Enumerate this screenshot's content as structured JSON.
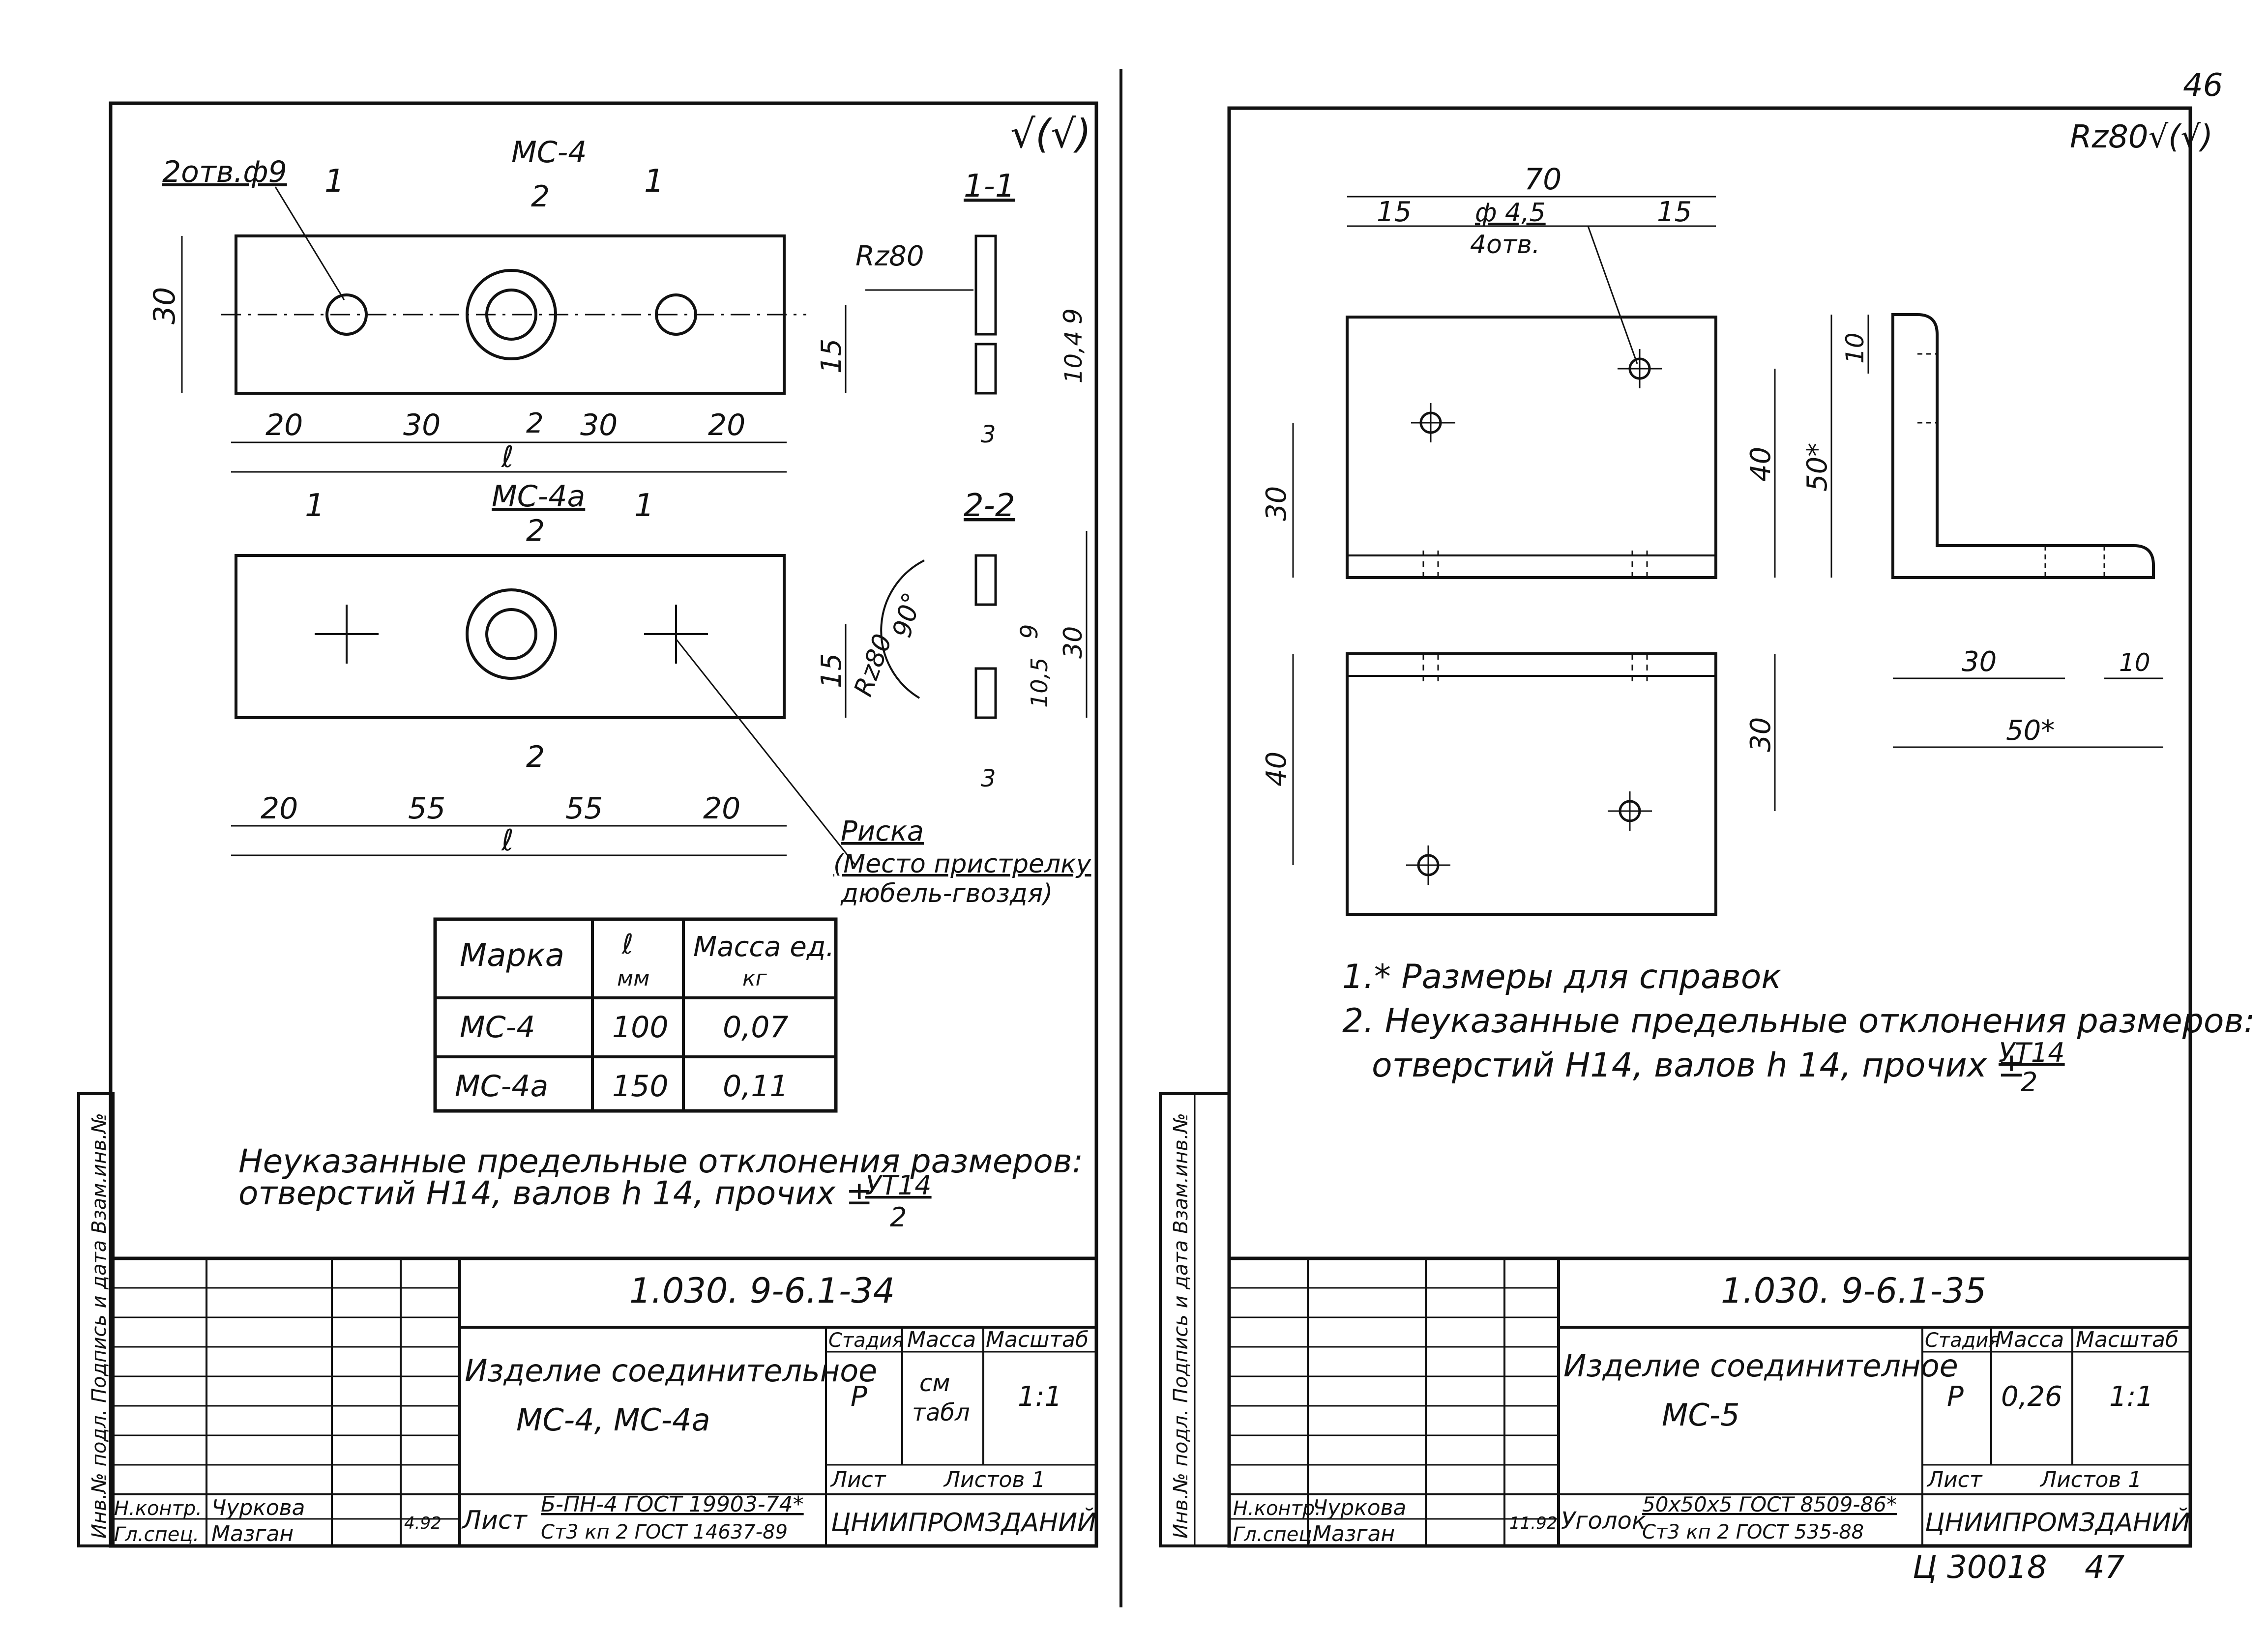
{
  "page_number_top": "46",
  "page_number_bottom": "47",
  "archive_code": "Ц 30018",
  "left_sheet": {
    "roughness_mark": "√(√)",
    "hole_note": "2отв.ф9",
    "view_label_top": "МС-4",
    "view_label_top_sub": "2",
    "section_1": "1",
    "section_1_1": "1-1",
    "section_2_2": "2-2",
    "section_2": "2",
    "view_label_bottom": "МС-4а",
    "rz_label_1": "Rz80",
    "rz_label_2": "Rz80",
    "dim_height_30": "30",
    "dim_15_top": "15",
    "dim_15_bottom": "15",
    "dim_9_top": "9",
    "dim_10_4": "10,4",
    "dim_3_top": "3",
    "dim_9_bottom": "9",
    "dim_10_5": "10,5",
    "dim_30_bottom": "30",
    "dim_3_bottom": "3",
    "angle_90": "90°",
    "dims_top_row": [
      "20",
      "30",
      "30",
      "20"
    ],
    "dims_bottom_row": [
      "20",
      "55",
      "55",
      "20"
    ],
    "dim_l": "ℓ",
    "risk_label": "Риска",
    "risk_note_1": "(Место пристрелку",
    "risk_note_2": "дюбель-гвоздя)",
    "table": {
      "headers": [
        "Марка",
        "ℓ",
        "Масса ед."
      ],
      "header_units": [
        "",
        "мм",
        "кг"
      ],
      "rows": [
        [
          "МС-4",
          "100",
          "0,07"
        ],
        [
          "МС-4а",
          "150",
          "0,11"
        ]
      ]
    },
    "tolerance_note_1": "Неуказанные предельные отклонения размеров:",
    "tolerance_note_2": "отверстий Н14, валов h 14, прочих ±",
    "tolerance_frac_num": "УТ14",
    "tolerance_frac_den": "2",
    "side_strip": "Инв.№ подл. Подпись и дата Взам.инв.№",
    "title_block": {
      "code": "1.030. 9-6.1-34",
      "name_line1": "Изделие соединительное",
      "name_line2": "МС-4, МС-4а",
      "stage_header": "Стадия",
      "mass_header": "Масса",
      "scale_header": "Масштаб",
      "stage": "Р",
      "mass_line1": "см",
      "mass_line2": "табл",
      "scale": "1:1",
      "sheet": "Лист",
      "sheets": "Листов 1",
      "role1": "Н.контр.",
      "role2": "Гл.спец.",
      "person1": "Чуркова",
      "person2": "Мазган",
      "sign": "4.92",
      "material_label": "Лист",
      "material_line1": "Б-ПН-4 ГОСТ 19903-74*",
      "material_line2": "Ст3 кп 2 ГОСТ 14637-89",
      "org": "ЦНИИПРОМЗДАНИЙ"
    }
  },
  "right_sheet": {
    "roughness_mark": "Rz80√(√)",
    "dim_70": "70",
    "dim_15_left": "15",
    "dim_15_right": "15",
    "hole_note_1": "ф 4,5",
    "hole_note_2": "4отв.",
    "dim_30_left_top": "30",
    "dim_40_right_top": "40",
    "dim_40_left_bottom": "40",
    "dim_30_right_bottom": "30",
    "dim_10_top": "10",
    "dim_50_star_v": "50*",
    "dim_30_h": "30",
    "dim_10_h": "10",
    "dim_50_star_h": "50*",
    "note_1": "1.* Размеры для справок",
    "note_2": "2. Неуказанные предельные отклонения размеров:",
    "note_3": "отверстий Н14, валов h 14, прочих ±",
    "note_frac_num": "УТ14",
    "note_frac_den": "2",
    "side_strip": "Инв.№ подл. Подпись и дата Взам.инв.№",
    "title_block": {
      "code": "1.030. 9-6.1-35",
      "name_line1": "Изделие соединителное",
      "name_line2": "МС-5",
      "stage_header": "Стадия",
      "mass_header": "Масса",
      "scale_header": "Масштаб",
      "stage": "Р",
      "mass": "0,26",
      "scale": "1:1",
      "sheet": "Лист",
      "sheets": "Листов 1",
      "role1": "Н.контр.",
      "role2": "Гл.спец.",
      "person1": "Чуркова",
      "person2": "Мазган",
      "sign": "11.92",
      "material_label": "Уголок",
      "material_line1": "50х50х5 ГОСТ 8509-86*",
      "material_line2": "Ст3 кп 2 ГОСТ 535-88",
      "org": "ЦНИИПРОМЗДАНИЙ"
    }
  }
}
